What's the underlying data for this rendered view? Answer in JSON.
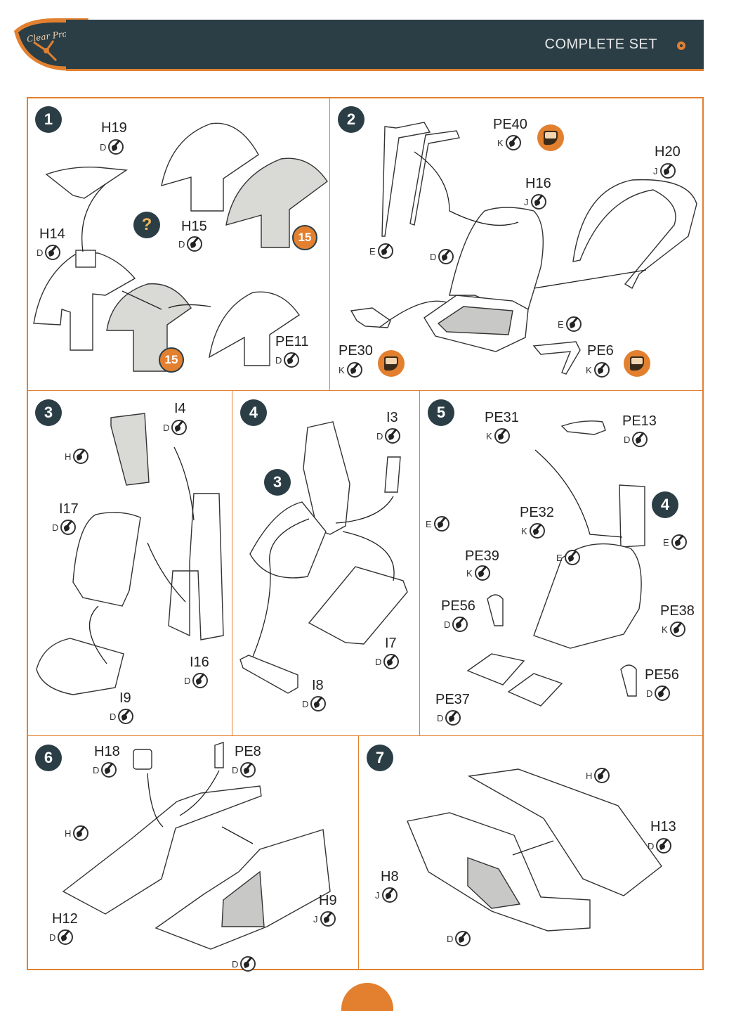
{
  "header": {
    "brand": "Clear Prop!",
    "title": "COMPLETE SET",
    "accent_color": "#e2802f",
    "bar_color": "#2b3e46"
  },
  "steps": [
    {
      "number": "1",
      "parts": [
        {
          "code": "H19",
          "paint": "D"
        },
        {
          "code": "H15",
          "paint": "D"
        },
        {
          "code": "H14",
          "paint": "D"
        },
        {
          "code": "PE11",
          "paint": "D"
        }
      ],
      "decals": [
        "15",
        "15"
      ],
      "note_icon": "?"
    },
    {
      "number": "2",
      "parts": [
        {
          "code": "PE40",
          "paint": "K"
        },
        {
          "code": "H16",
          "paint": "J"
        },
        {
          "code": "H20",
          "paint": "J"
        },
        {
          "code": "PE30",
          "paint": "K"
        },
        {
          "code": "PE6",
          "paint": "K"
        }
      ],
      "loose_paints": [
        "E",
        "D",
        "E"
      ]
    },
    {
      "number": "3",
      "parts": [
        {
          "code": "I4",
          "paint": "D"
        },
        {
          "code": "I17",
          "paint": "D"
        },
        {
          "code": "I16",
          "paint": "D"
        },
        {
          "code": "I9",
          "paint": "D"
        }
      ],
      "loose_paints": [
        "H"
      ]
    },
    {
      "number": "4",
      "sub_reference": "3",
      "parts": [
        {
          "code": "I3",
          "paint": "D"
        },
        {
          "code": "I7",
          "paint": "D"
        },
        {
          "code": "I8",
          "paint": "D"
        }
      ]
    },
    {
      "number": "5",
      "sub_reference": "4",
      "parts": [
        {
          "code": "PE31",
          "paint": "K"
        },
        {
          "code": "PE13",
          "paint": "D"
        },
        {
          "code": "PE32",
          "paint": "K"
        },
        {
          "code": "PE39",
          "paint": "K"
        },
        {
          "code": "PE38",
          "paint": "K"
        },
        {
          "code": "PE56",
          "paint": "D"
        },
        {
          "code": "PE56",
          "paint": "D"
        },
        {
          "code": "PE37",
          "paint": "D"
        }
      ],
      "loose_paints": [
        "E",
        "E",
        "E"
      ]
    },
    {
      "number": "6",
      "parts": [
        {
          "code": "H18",
          "paint": "D"
        },
        {
          "code": "PE8",
          "paint": "D"
        },
        {
          "code": "H12",
          "paint": "D"
        },
        {
          "code": "H9",
          "paint": "J"
        }
      ],
      "loose_paints": [
        "H",
        "D"
      ]
    },
    {
      "number": "7",
      "parts": [
        {
          "code": "H13",
          "paint": "D"
        },
        {
          "code": "H8",
          "paint": "J"
        }
      ],
      "loose_paints": [
        "H",
        "D"
      ]
    }
  ]
}
